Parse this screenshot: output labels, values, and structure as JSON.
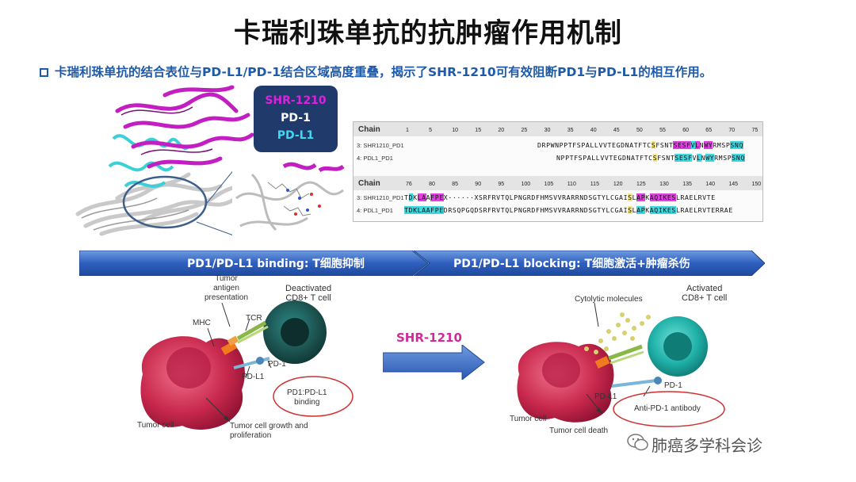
{
  "title": "卡瑞利珠单抗的抗肿瘤作用机制",
  "bullet": "卡瑞利珠单抗的结合表位与PD-L1/PD-1结合区域高度重叠，揭示了SHR-1210可有效阻断PD1与PD-L1的相互作用。",
  "legend": {
    "item1": "SHR-1210",
    "item2": "PD-1",
    "item3": "PD-L1",
    "colors": {
      "shr": "#e020e0",
      "pd1": "#ffffff",
      "pdl1": "#40d8f0"
    }
  },
  "sequence": {
    "header_label": "Chain",
    "ruler1": [
      "1",
      "5",
      "10",
      "15",
      "20",
      "25",
      "30",
      "35",
      "40",
      "45",
      "50",
      "55",
      "60",
      "65",
      "70",
      "75"
    ],
    "ruler2": [
      "76",
      "80",
      "85",
      "90",
      "95",
      "100",
      "105",
      "110",
      "115",
      "120",
      "125",
      "130",
      "135",
      "140",
      "145",
      "150"
    ],
    "row1_names": [
      "3: SHR1210_PD1",
      "4: PDL1_PD1"
    ],
    "row1_seq": [
      "DRPWNPPTFSPALLVVTEGDNATFTCSFSNTSESFVLNWYRMSPSNQ",
      "NPPTFSPALLVVTEGDNATFTCSFSNTSESFVLNWYRMSPSNQ"
    ],
    "row2_names": [
      "3: SHR1210_PD1",
      "4: PDL1_PD1"
    ],
    "row2_seq": [
      "TDKLAAFPEX······XSRFRVTQLPNGRDFHMSVVRARRNDSGTYLCGAISLAPKAQIKESLRAELRVTE",
      "TDKLAAFPEDRSQPGQDSRFRVTQLPNGRDFHMSVVRARRNDSGTYLCGAISLAPKAQIKESLRAELRVTERRAE"
    ]
  },
  "banner": {
    "left": "PD1/PD-L1 binding:  T细胞抑制",
    "right": "PD1/PD-L1 blocking: T细胞激活+肿瘤杀伤"
  },
  "left_diagram": {
    "tumor_antigen": "Tumor\nantigen\npresentation",
    "deactivated": "Deactivated\nCD8+ T cell",
    "mhc": "MHC",
    "tcr": "TCR",
    "pd1": "PD-1",
    "pdl1": "PD-L1",
    "binding": "PD1:PD-L1\nbinding",
    "tumor_cell": "Tumor cell",
    "growth": "Tumor cell growth and\nproliferation"
  },
  "middle": {
    "drug": "SHR-1210"
  },
  "right_diagram": {
    "cytolytic": "Cytolytic molecules",
    "activated": "Activated\nCD8+ T cell",
    "pd1": "PD-1",
    "pdl1": "PD-L1",
    "antibody": "Anti-PD-1 antibody",
    "tumor_cell": "Tumor cell",
    "death": "Tumor cell death"
  },
  "watermark": "肺癌多学科会诊"
}
